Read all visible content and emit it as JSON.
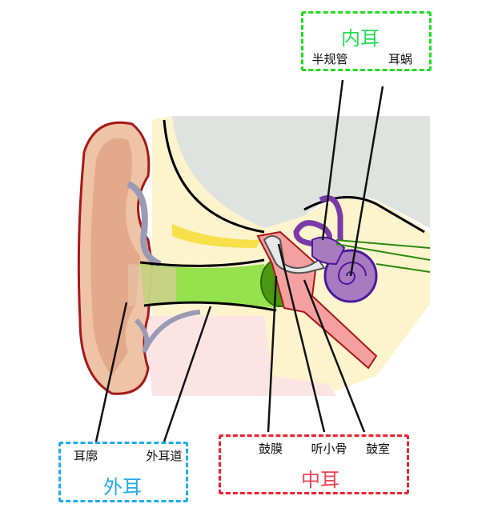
{
  "colors": {
    "inner": "#22dd44",
    "outer": "#22aaee",
    "middle": "#ee2233"
  },
  "inner_ear": {
    "title": "内耳",
    "parts": [
      "半规管",
      "耳蜗"
    ]
  },
  "outer_ear": {
    "title": "外耳",
    "parts": [
      "耳廓",
      "外耳道"
    ]
  },
  "middle_ear": {
    "title": "中耳",
    "parts": [
      "鼓膜",
      "听小骨",
      "鼓室"
    ]
  }
}
